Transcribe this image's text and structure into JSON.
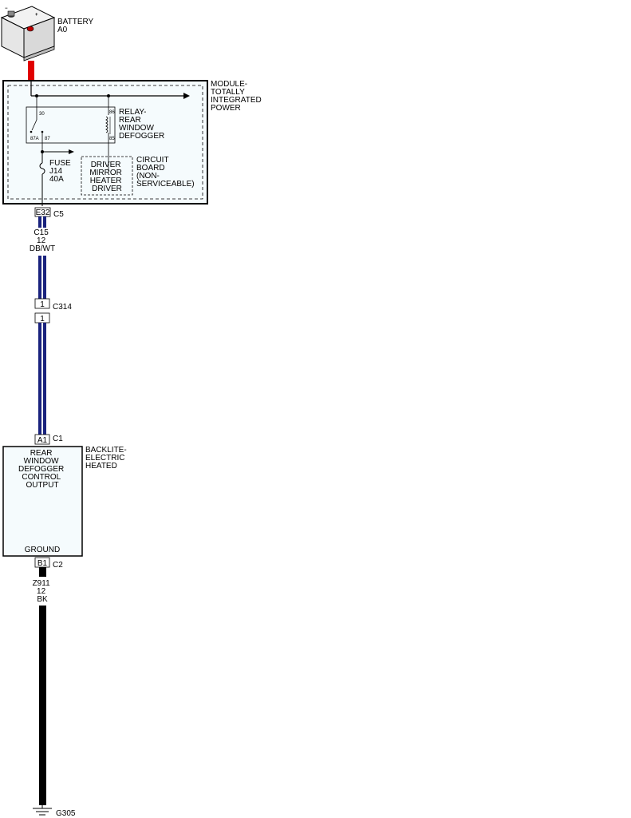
{
  "battery": {
    "name": "BATTERY",
    "code": "A0"
  },
  "module": {
    "name_lines": [
      "MODULE-",
      "TOTALLY",
      "INTEGRATED",
      "POWER"
    ],
    "relay": {
      "name_lines": [
        "RELAY-",
        "REAR",
        "WINDOW",
        "DEFOGGER"
      ],
      "pins": {
        "p30": "30",
        "p86": "86",
        "p87a": "87A",
        "p87": "87",
        "p85": "85"
      }
    },
    "fuse": {
      "lines": [
        "FUSE",
        "J14",
        "40A"
      ]
    },
    "driver_box": {
      "lines": [
        "DRIVER",
        "MIRROR",
        "HEATER",
        "DRIVER"
      ]
    },
    "circuit_board": {
      "lines": [
        "CIRCUIT",
        "BOARD",
        "(NON-",
        "SERVICEABLE)"
      ]
    }
  },
  "connectors": {
    "c5": {
      "pin": "E32",
      "name": "C5"
    },
    "c314": {
      "pin_top": "1",
      "pin_bottom": "1",
      "name": "C314"
    },
    "c1": {
      "pin": "A1",
      "name": "C1"
    },
    "c2": {
      "pin": "B1",
      "name": "C2"
    }
  },
  "wire_upper": {
    "lines": [
      "C15",
      "12",
      "DB/WT"
    ],
    "color": "#1a237e"
  },
  "wire_lower": {
    "lines": [
      "Z911",
      "12",
      "BK"
    ],
    "color": "#000000"
  },
  "battery_feed_color": "#e00000",
  "backlite": {
    "name_lines": [
      "BACKLITE-",
      "ELECTRIC",
      "HEATED"
    ],
    "inner_lines": [
      "REAR",
      "WINDOW",
      "DEFOGGER",
      "CONTROL",
      "OUTPUT"
    ],
    "ground_label": "GROUND"
  },
  "ground": {
    "name": "G305"
  }
}
